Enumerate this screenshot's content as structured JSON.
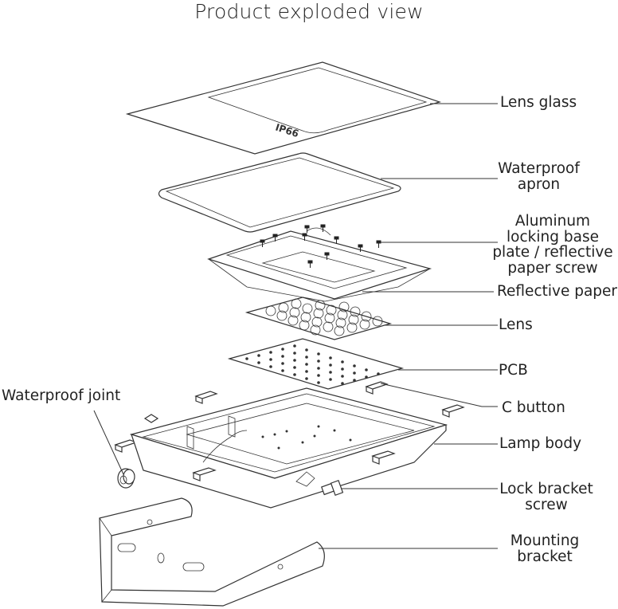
{
  "title": "Product exploded view",
  "labels": {
    "lens_glass": "Lens glass",
    "waterproof_apron_1": "Waterproof",
    "waterproof_apron_2": "apron",
    "aluminum_1": "Aluminum",
    "aluminum_2": "locking base",
    "aluminum_3": "plate / reflective",
    "aluminum_4": "paper screw",
    "reflective_paper": "Reflective paper",
    "lens": "Lens",
    "pcb": "PCB",
    "c_button": "C button",
    "lamp_body": "Lamp body",
    "waterproof_joint": "Waterproof joint",
    "lock_bracket_1": "Lock bracket",
    "lock_bracket_2": "screw",
    "mounting_bracket_1": "Mounting",
    "mounting_bracket_2": "bracket"
  },
  "glass_text": "IP66"
}
